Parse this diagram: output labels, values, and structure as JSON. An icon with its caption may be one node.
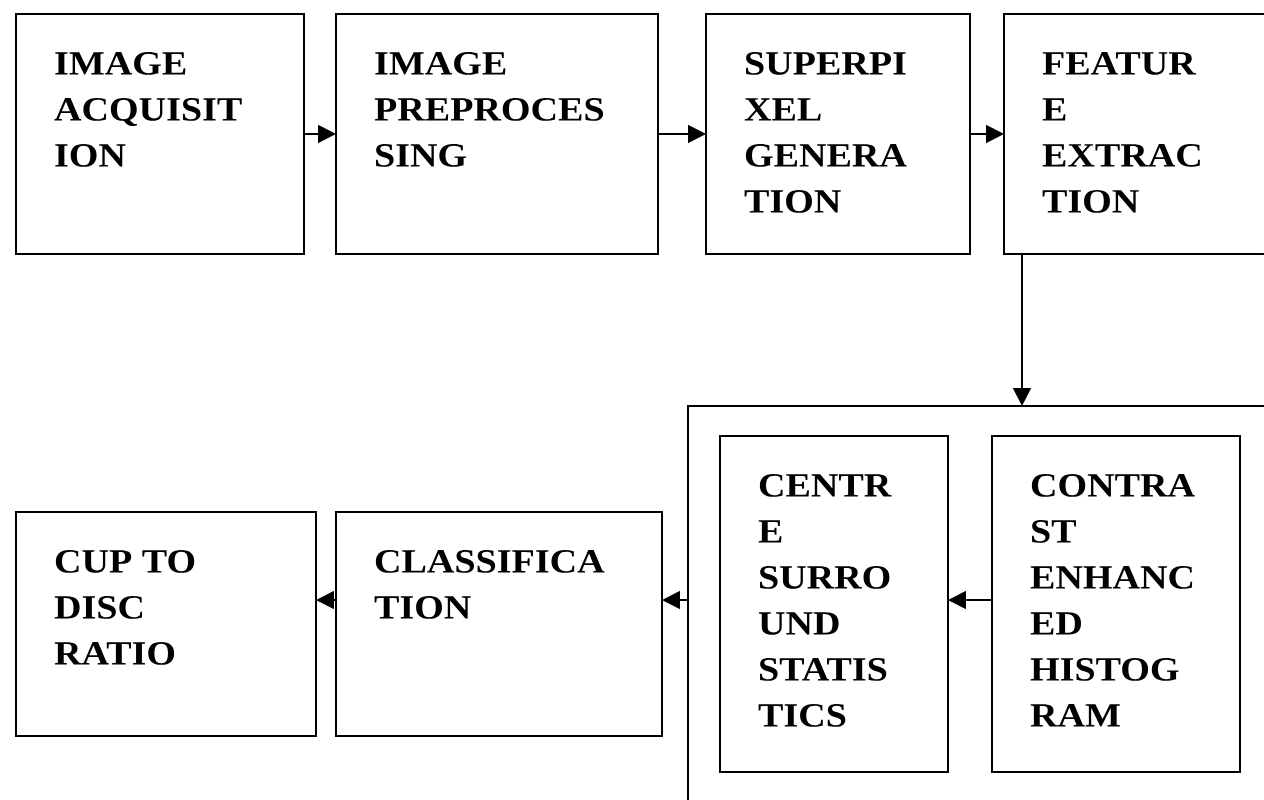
{
  "diagram": {
    "nodes": [
      {
        "text": [
          "IMAGE ACQUISIT ION"
        ]
      },
      {
        "text": [
          "IMAGE PREPROCES SING"
        ]
      },
      {
        "text": [
          "SUPERPI XEL GENERA TION"
        ]
      },
      {
        "text": [
          "FEATUR E EXTRAC TION"
        ]
      },
      {
        "text": [],
        "shape": "box"
      },
      {
        "text": [
          "CENTR E SURRO UND STATIS TICS"
        ],
        "in": 4
      },
      {
        "text": [
          "CONTRA ST ENHANC ED HISTOG RAM"
        ],
        "in": 4
      },
      {
        "text": [
          "CLASSIFICA TION"
        ]
      },
      {
        "text": [
          "CUP TO DISC RATIO"
        ]
      }
    ],
    "edges": [
      {
        "from": 0,
        "to": 1,
        "arrow": "to"
      },
      {
        "from": 1,
        "to": 2,
        "arrow": "to"
      },
      {
        "from": 2,
        "to": 3,
        "arrow": "to"
      },
      {
        "from": 3,
        "to": 4,
        "arrow": "to"
      },
      {
        "from": 6,
        "to": 5,
        "arrow": "to"
      },
      {
        "from": 4,
        "to": 7,
        "arrow": "to"
      },
      {
        "from": 7,
        "to": 8,
        "arrow": "to"
      }
    ]
  }
}
